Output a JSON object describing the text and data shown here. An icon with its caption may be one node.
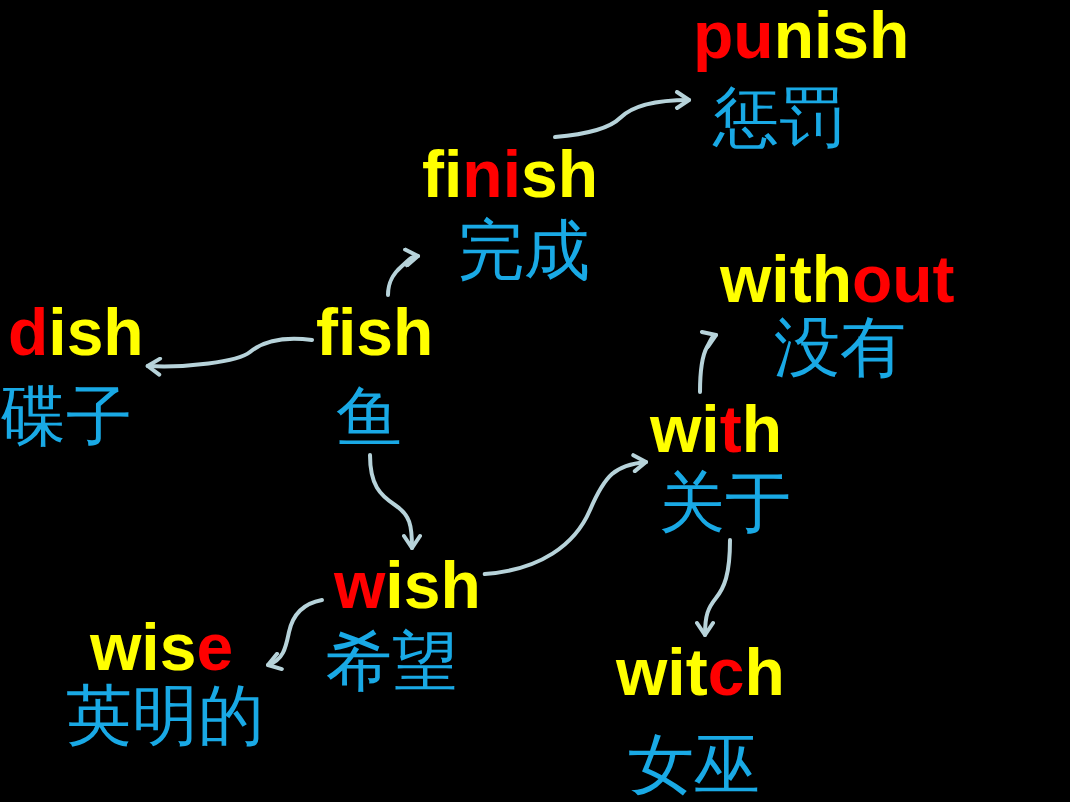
{
  "diagram": {
    "nodes": [
      {
        "text": [
          "**pu**nish",
          "惩罚"
        ]
      },
      {
        "text": [
          "fi**ni**sh",
          "完成"
        ]
      },
      {
        "text": [
          "with**out**",
          "没有"
        ]
      },
      {
        "text": [
          "**d**ish",
          "碟子"
        ]
      },
      {
        "text": [
          "fish",
          "鱼"
        ]
      },
      {
        "text": [
          "wi**t**h",
          "关于"
        ]
      },
      {
        "text": [
          "**w**ish",
          "希望"
        ]
      },
      {
        "text": [
          "wis**e**",
          "英明的"
        ]
      },
      {
        "text": [
          "wit**c**h",
          "女巫"
        ]
      }
    ],
    "edges": [
      {
        "from": 4,
        "to": 3,
        "arrow": "to"
      },
      {
        "from": 4,
        "to": 1,
        "arrow": "to"
      },
      {
        "from": 1,
        "to": 0,
        "arrow": "to"
      },
      {
        "from": 4,
        "to": 6,
        "arrow": "to"
      },
      {
        "from": 6,
        "to": 5,
        "arrow": "to"
      },
      {
        "from": 5,
        "to": 2,
        "arrow": "to"
      },
      {
        "from": 5,
        "to": 8,
        "arrow": "to"
      },
      {
        "from": 6,
        "to": 7,
        "arrow": "to"
      }
    ]
  }
}
